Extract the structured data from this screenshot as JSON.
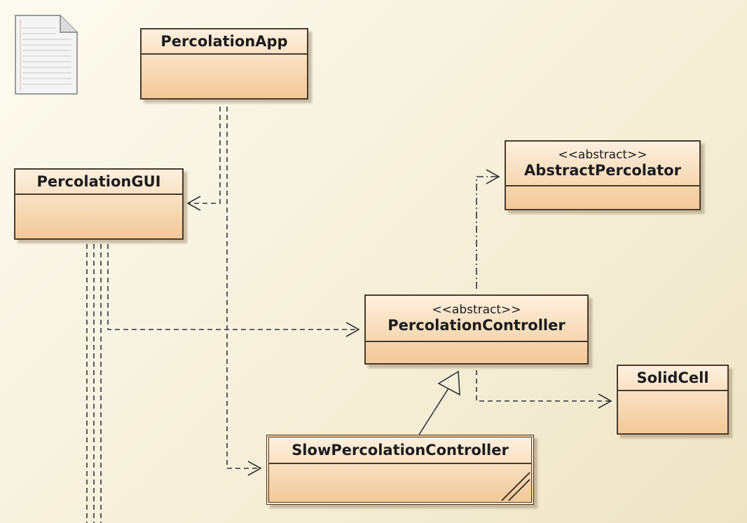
{
  "classes": {
    "percolation_app": {
      "name": "PercolationApp"
    },
    "percolation_gui": {
      "name": "PercolationGUI"
    },
    "abstract_percolator": {
      "stereotype": "<<abstract>>",
      "name": "AbstractPercolator"
    },
    "percolation_controller": {
      "stereotype": "<<abstract>>",
      "name": "PercolationController"
    },
    "solid_cell": {
      "name": "SolidCell"
    },
    "slow_percolation_controller": {
      "name": "SlowPercolationController"
    }
  },
  "colors": {
    "class_fill_top": "#fdf0de",
    "class_fill_bottom": "#f2c999",
    "border": "#4a3a2a",
    "background": "#f6f0db"
  },
  "icons": {
    "note": "document-note-icon"
  }
}
